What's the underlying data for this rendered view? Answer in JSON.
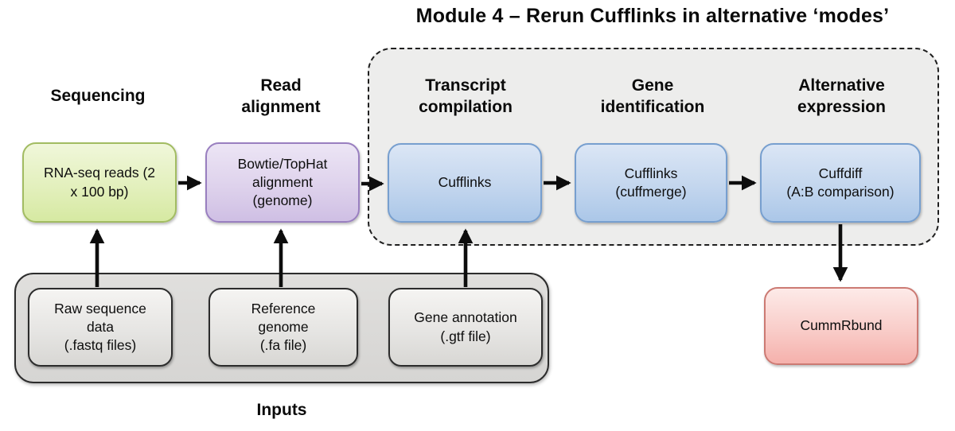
{
  "title": "Module 4 – Rerun Cufflinks in alternative ‘modes’",
  "stage_headers": {
    "sequencing": "Sequencing",
    "read_alignment": "Read\nalignment",
    "transcript_compilation": "Transcript\ncompilation",
    "gene_identification": "Gene\nidentification",
    "alternative_expression": "Alternative\nexpression"
  },
  "nodes": {
    "rna_seq_reads": {
      "label": "RNA-seq reads (2\nx 100 bp)",
      "fill": "#d6e9a2",
      "border": "#a2bc62"
    },
    "bowtie_tophat": {
      "label": "Bowtie/TopHat\nalignment\n(genome)",
      "fill": "#cfbfe4",
      "border": "#997fc0"
    },
    "cufflinks": {
      "label": "Cufflinks",
      "fill": "#abc7e8",
      "border": "#779fcf"
    },
    "cufflinks_cuffmerge": {
      "label": "Cufflinks\n(cuffmerge)",
      "fill": "#abc7e8",
      "border": "#779fcf"
    },
    "cuffdiff": {
      "label": "Cuffdiff\n(A:B comparison)",
      "fill": "#abc7e8",
      "border": "#779fcf"
    },
    "cummrbund": {
      "label": "CummRbund",
      "fill": "#f5b1ac",
      "border": "#cc7a73"
    },
    "raw_sequence_data": {
      "label": "Raw sequence\ndata\n(.fastq files)",
      "fill": "#e6e5e3",
      "border": "#2c2c2c"
    },
    "reference_genome": {
      "label": "Reference\ngenome\n(.fa file)",
      "fill": "#e6e5e3",
      "border": "#2c2c2c"
    },
    "gene_annotation": {
      "label": "Gene annotation\n(.gtf file)",
      "fill": "#e6e5e3",
      "border": "#2c2c2c"
    }
  },
  "inputs_label": "Inputs",
  "colors": {
    "module_frame_fill": "#ededec",
    "module_frame_border": "#1f1f1f",
    "inputs_frame_fill": "#d6d5d3",
    "arrow": "#0d0d0d",
    "background": "#ffffff"
  }
}
